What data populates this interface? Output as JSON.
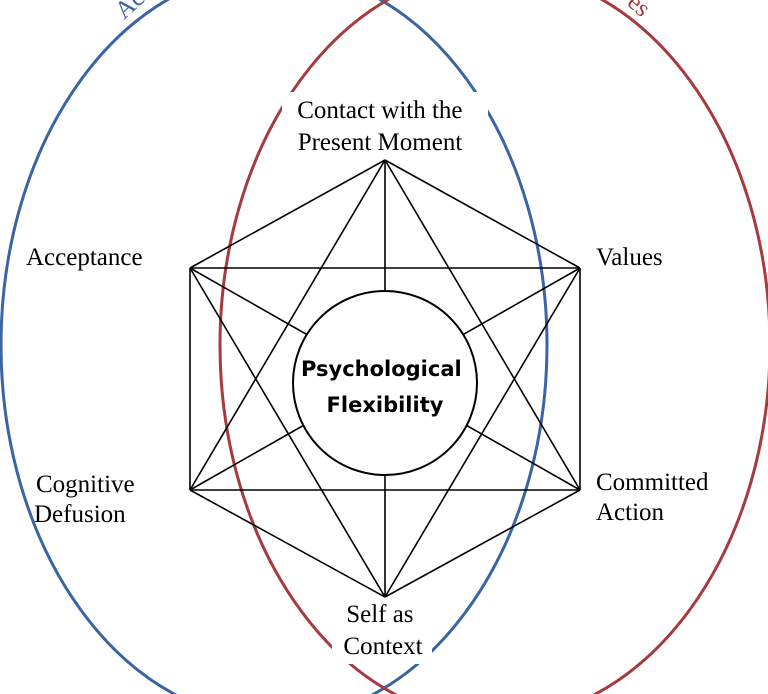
{
  "diagram": {
    "center": [
      "Psychological",
      "Flexibility"
    ],
    "processes": [
      {
        "id": "present-moment",
        "lines": [
          "Contact with the",
          "Present Moment"
        ]
      },
      {
        "id": "acceptance",
        "lines": [
          "Acceptance"
        ]
      },
      {
        "id": "values",
        "lines": [
          "Values"
        ]
      },
      {
        "id": "defusion",
        "lines": [
          "Cognitive",
          "Defusion"
        ]
      },
      {
        "id": "committed-action",
        "lines": [
          "Committed",
          "Action"
        ]
      },
      {
        "id": "self-as-context",
        "lines": [
          "Self as",
          "Context"
        ]
      }
    ],
    "left_circle": {
      "label": "Ac",
      "color": "#3a64a4"
    },
    "right_circle": {
      "label": "es",
      "color": "#a63a3d"
    },
    "line_color": "#000000"
  }
}
